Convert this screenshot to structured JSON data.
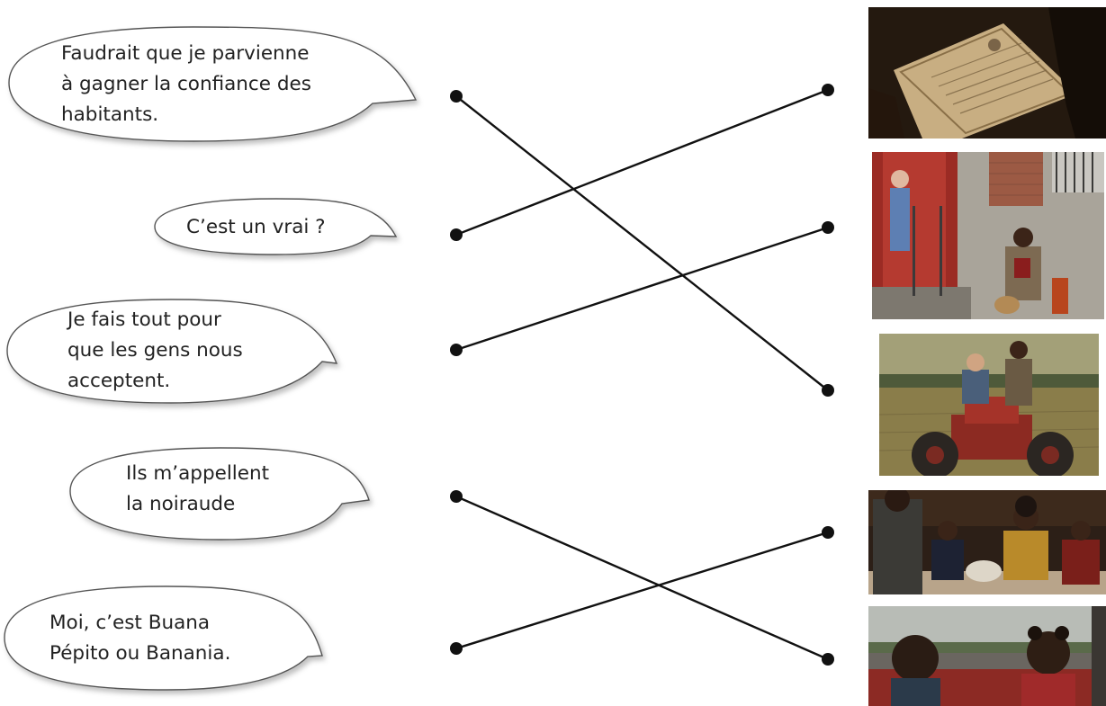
{
  "exercise": {
    "bubbles": [
      {
        "lines": [
          "Faudrait que je parvienne",
          "à gagner la confiance des",
          "habitants."
        ]
      },
      {
        "lines": [
          "C’est un vrai ?"
        ]
      },
      {
        "lines": [
          "Je fais tout pour",
          "que les gens nous",
          "acceptent."
        ]
      },
      {
        "lines": [
          "Ils m’appellent",
          "la noiraude"
        ]
      },
      {
        "lines": [
          "Moi, c’est Buana",
          "Pépito ou Banania."
        ]
      }
    ],
    "images": [
      {
        "icon": "diploma-certificate-scene"
      },
      {
        "icon": "house-steps-scene"
      },
      {
        "icon": "tractor-field-scene"
      },
      {
        "icon": "family-dinner-scene"
      },
      {
        "icon": "car-children-scene"
      }
    ],
    "matches": [
      {
        "bubble": 1,
        "image": 3
      },
      {
        "bubble": 2,
        "image": 1
      },
      {
        "bubble": 3,
        "image": 2
      },
      {
        "bubble": 4,
        "image": 5
      },
      {
        "bubble": 5,
        "image": 4
      }
    ]
  }
}
